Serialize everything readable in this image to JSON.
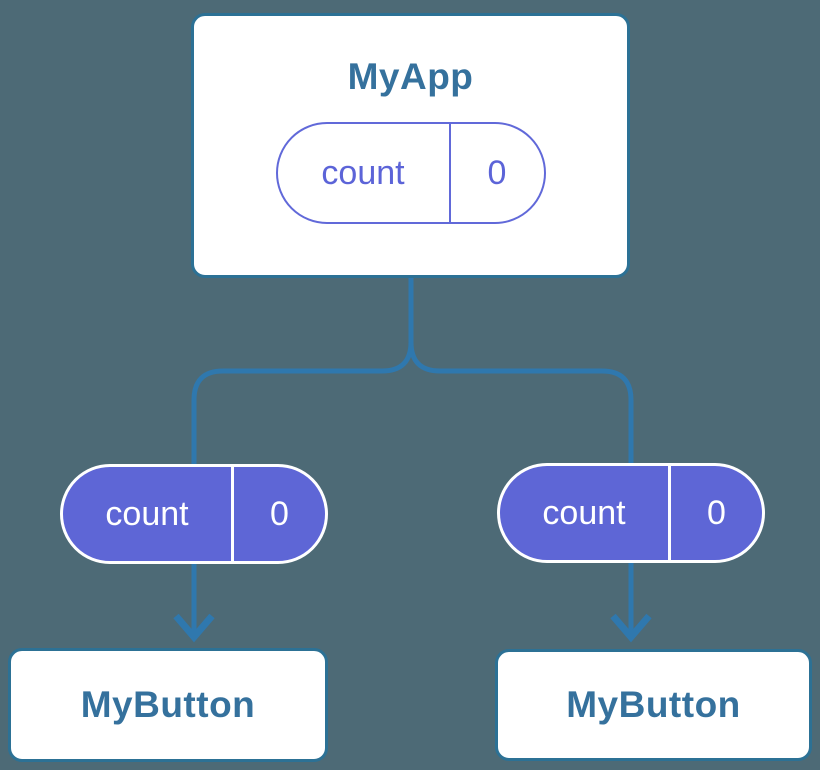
{
  "colors": {
    "background": "#4d6a76",
    "wire": "#2f78ae",
    "card_border": "#2c7195",
    "card_text": "#35719d",
    "card_background": "#ffffff",
    "pill_solid_fill": "#5e66d6",
    "pill_outline_border": "#6169d9",
    "pill_outline_text": "#5c64d8",
    "pill_solid_text": "#ffffff"
  },
  "tree": {
    "root": {
      "title": "MyApp",
      "state_pill": {
        "key": "count",
        "value": "0"
      }
    },
    "edges": [
      {
        "prop_pill": {
          "key": "count",
          "value": "0"
        },
        "child": {
          "title": "MyButton"
        }
      },
      {
        "prop_pill": {
          "key": "count",
          "value": "0"
        },
        "child": {
          "title": "MyButton"
        }
      }
    ]
  }
}
